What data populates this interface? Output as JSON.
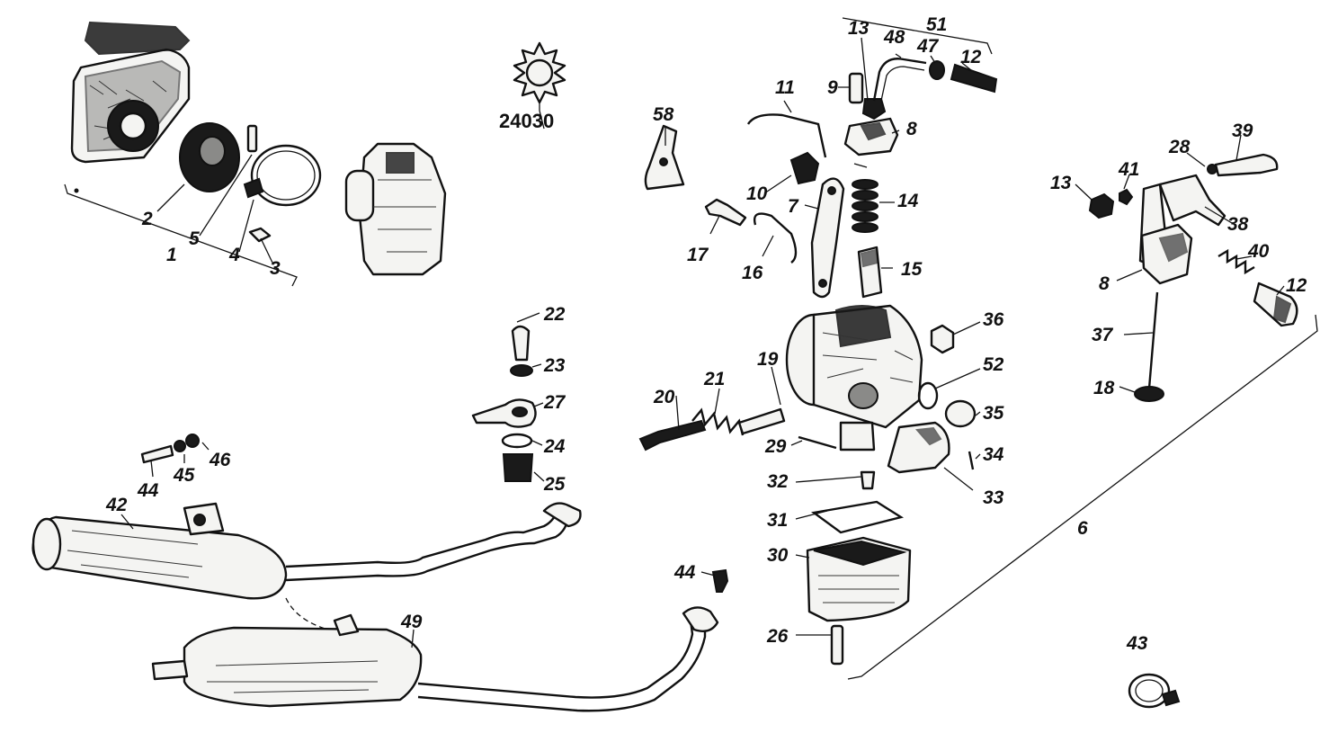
{
  "diagram": {
    "type": "exploded parts diagram",
    "code": "24030",
    "callouts": [
      {
        "id": "c1",
        "label": "1"
      },
      {
        "id": "c2",
        "label": "2"
      },
      {
        "id": "c3",
        "label": "3"
      },
      {
        "id": "c4",
        "label": "4"
      },
      {
        "id": "c5",
        "label": "5"
      },
      {
        "id": "c6",
        "label": "6"
      },
      {
        "id": "c7",
        "label": "7"
      },
      {
        "id": "c8a",
        "label": "8"
      },
      {
        "id": "c8b",
        "label": "8"
      },
      {
        "id": "c9",
        "label": "9"
      },
      {
        "id": "c10",
        "label": "10"
      },
      {
        "id": "c11",
        "label": "11"
      },
      {
        "id": "c12a",
        "label": "12"
      },
      {
        "id": "c12b",
        "label": "12"
      },
      {
        "id": "c13a",
        "label": "13"
      },
      {
        "id": "c13b",
        "label": "13"
      },
      {
        "id": "c14",
        "label": "14"
      },
      {
        "id": "c15",
        "label": "15"
      },
      {
        "id": "c16",
        "label": "16"
      },
      {
        "id": "c17",
        "label": "17"
      },
      {
        "id": "c18",
        "label": "18"
      },
      {
        "id": "c19",
        "label": "19"
      },
      {
        "id": "c20",
        "label": "20"
      },
      {
        "id": "c21",
        "label": "21"
      },
      {
        "id": "c22",
        "label": "22"
      },
      {
        "id": "c23",
        "label": "23"
      },
      {
        "id": "c24",
        "label": "24"
      },
      {
        "id": "c25",
        "label": "25"
      },
      {
        "id": "c26",
        "label": "26"
      },
      {
        "id": "c27",
        "label": "27"
      },
      {
        "id": "c28",
        "label": "28"
      },
      {
        "id": "c29",
        "label": "29"
      },
      {
        "id": "c30",
        "label": "30"
      },
      {
        "id": "c31",
        "label": "31"
      },
      {
        "id": "c32",
        "label": "32"
      },
      {
        "id": "c33",
        "label": "33"
      },
      {
        "id": "c34",
        "label": "34"
      },
      {
        "id": "c35",
        "label": "35"
      },
      {
        "id": "c36",
        "label": "36"
      },
      {
        "id": "c37",
        "label": "37"
      },
      {
        "id": "c38",
        "label": "38"
      },
      {
        "id": "c39",
        "label": "39"
      },
      {
        "id": "c40",
        "label": "40"
      },
      {
        "id": "c41",
        "label": "41"
      },
      {
        "id": "c42",
        "label": "42"
      },
      {
        "id": "c43",
        "label": "43"
      },
      {
        "id": "c44a",
        "label": "44"
      },
      {
        "id": "c44b",
        "label": "44"
      },
      {
        "id": "c45",
        "label": "45"
      },
      {
        "id": "c46",
        "label": "46"
      },
      {
        "id": "c47",
        "label": "47"
      },
      {
        "id": "c48",
        "label": "48"
      },
      {
        "id": "c49",
        "label": "49"
      },
      {
        "id": "c51",
        "label": "51"
      },
      {
        "id": "c52",
        "label": "52"
      },
      {
        "id": "c58",
        "label": "58"
      }
    ]
  }
}
